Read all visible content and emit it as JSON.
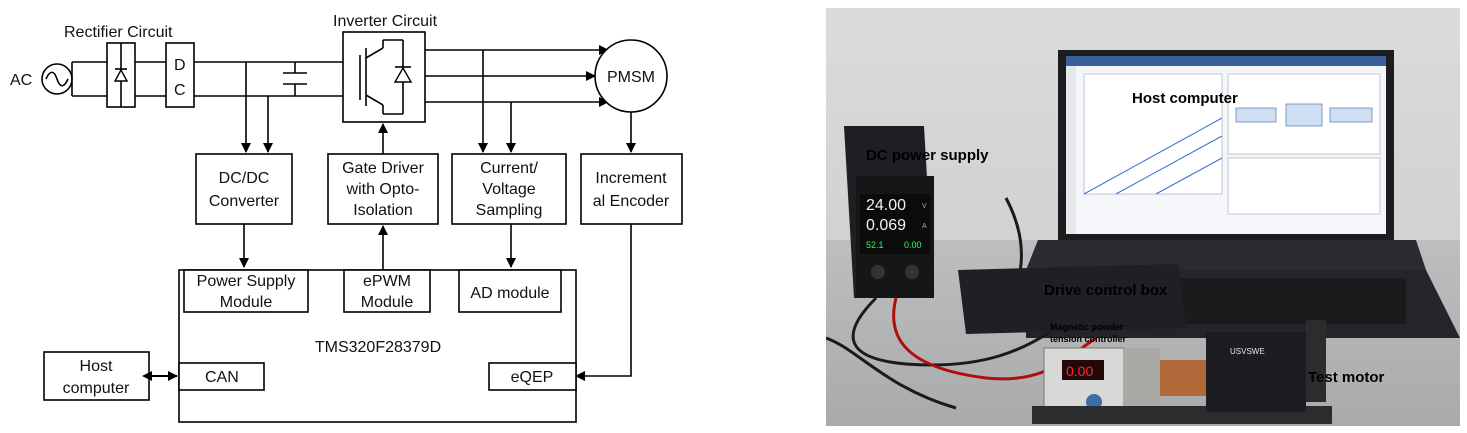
{
  "diagram": {
    "labels": {
      "ac": "AC",
      "rectifier": "Rectifier Circuit",
      "dc_d": "D",
      "dc_c": "C",
      "inverter": "Inverter Circuit",
      "pmsm": "PMSM",
      "dcdc": [
        "DC/DC",
        "Converter"
      ],
      "gate_driver": [
        "Gate Driver",
        "with Opto-",
        "Isolation"
      ],
      "sampling": [
        "Current/",
        "Voltage",
        "Sampling"
      ],
      "encoder": [
        "Increment",
        "al Encoder"
      ],
      "power_module": [
        "Power Supply",
        "Module"
      ],
      "epwm": [
        "ePWM",
        "Module"
      ],
      "ad": "AD module",
      "dsp": "TMS320F28379D",
      "can": "CAN",
      "eqep": "eQEP",
      "host": [
        "Host",
        "computer"
      ]
    }
  },
  "photo": {
    "labels": {
      "host": "Host computer",
      "dc_supply": "DC power supply",
      "drive_box": "Drive control box",
      "tension_line1": "Magnetic powder",
      "tension_line2": "tension controller",
      "test_motor": "Test motor"
    },
    "psu_display": {
      "voltage": "24.00",
      "volt_unit": "V",
      "current": "0.069",
      "amp_unit": "A",
      "power": "52.1",
      "power2": "0.00"
    },
    "controller_display": "0.00",
    "motor_brand": "USVSWE",
    "colors": {
      "psu_green": "#2bff5c",
      "red_led": "#ff2a2a",
      "screen_blue": "#cfe0f5"
    }
  }
}
